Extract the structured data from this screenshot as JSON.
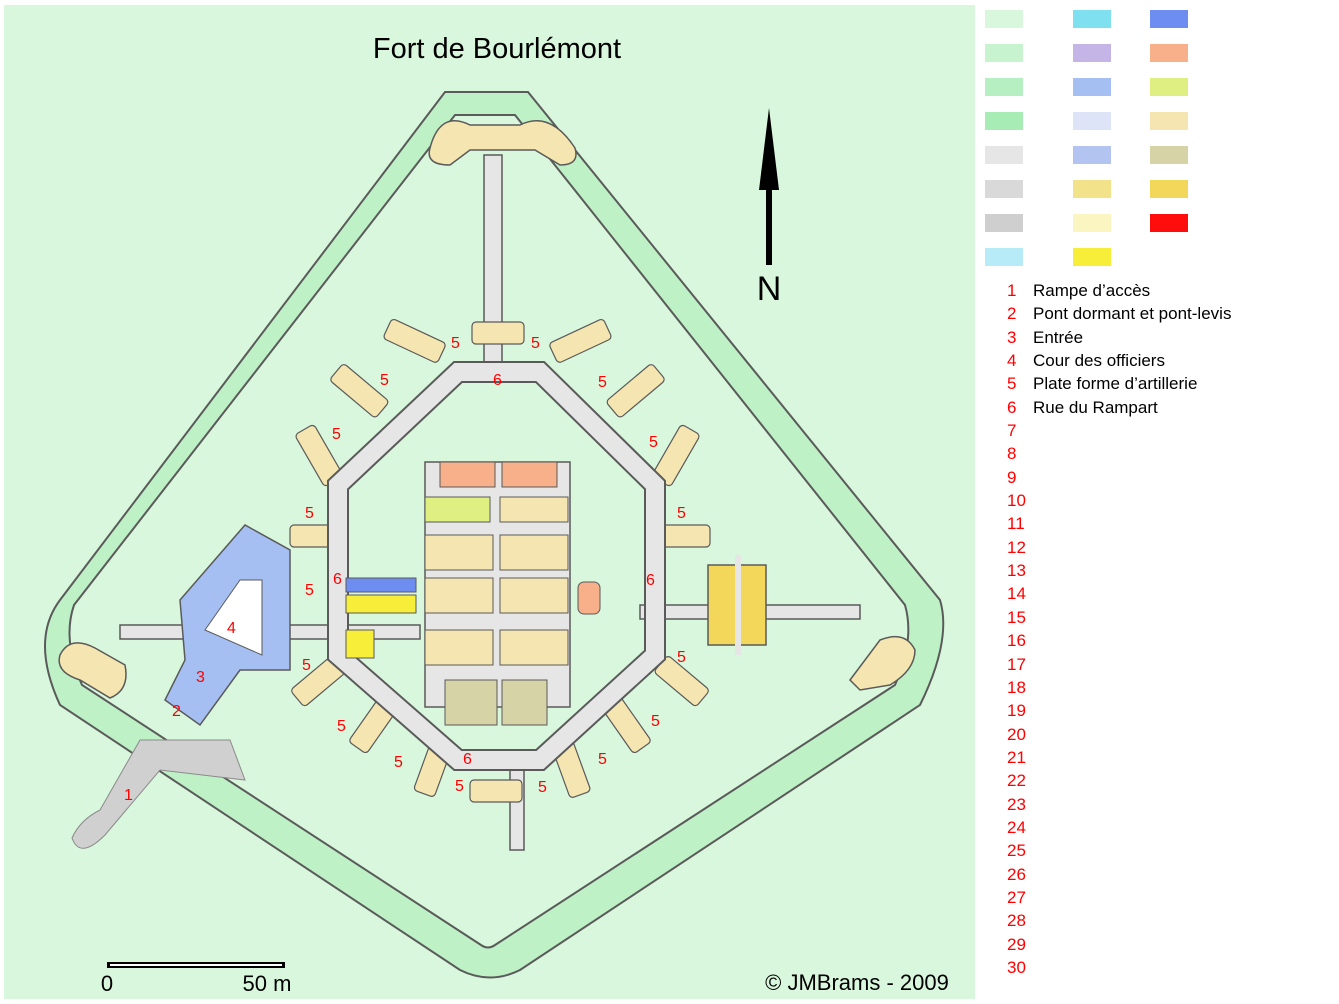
{
  "title": "Fort de Bourlémont",
  "north_label": "N",
  "scale": {
    "start": "0",
    "end": "50 m"
  },
  "copyright": "© JMBrams - 2009",
  "legend": {
    "swatch_colors": [
      "#d9f7dd",
      "#c8f3cf",
      "#b6efc2",
      "#a6ecb4",
      "#e6e6e6",
      "#d9d9d9",
      "#cfcfcf",
      "#b7ebf7",
      "#7fe0f0",
      "#c5b5e6",
      "#a6bff2",
      "#dde4f7",
      "#b3c4f0",
      "#f2e38a",
      "#fbf5c2",
      "#f7ee3a",
      "#6e8df0",
      "#f7b08a",
      "#dfef82",
      "#f5e5b0",
      "#d6d3a6",
      "#f2d75a",
      "#ff0d0d"
    ],
    "items": [
      {
        "num": "1",
        "label": "Rampe d’accès"
      },
      {
        "num": "2",
        "label": "Pont dormant et pont-levis"
      },
      {
        "num": "3",
        "label": "Entrée"
      },
      {
        "num": "4",
        "label": "Cour des officiers"
      },
      {
        "num": "5",
        "label": "Plate forme d’artillerie"
      },
      {
        "num": "6",
        "label": "Rue du Rampart"
      },
      {
        "num": "7",
        "label": ""
      },
      {
        "num": "8",
        "label": ""
      },
      {
        "num": "9",
        "label": ""
      },
      {
        "num": "10",
        "label": ""
      },
      {
        "num": "11",
        "label": ""
      },
      {
        "num": "12",
        "label": ""
      },
      {
        "num": "13",
        "label": ""
      },
      {
        "num": "14",
        "label": ""
      },
      {
        "num": "15",
        "label": ""
      },
      {
        "num": "16",
        "label": ""
      },
      {
        "num": "17",
        "label": ""
      },
      {
        "num": "18",
        "label": ""
      },
      {
        "num": "19",
        "label": ""
      },
      {
        "num": "20",
        "label": ""
      },
      {
        "num": "21",
        "label": ""
      },
      {
        "num": "22",
        "label": ""
      },
      {
        "num": "23",
        "label": ""
      },
      {
        "num": "24",
        "label": ""
      },
      {
        "num": "25",
        "label": ""
      },
      {
        "num": "26",
        "label": ""
      },
      {
        "num": "27",
        "label": ""
      },
      {
        "num": "28",
        "label": ""
      },
      {
        "num": "29",
        "label": ""
      },
      {
        "num": "30",
        "label": ""
      }
    ]
  },
  "map_labels": {
    "l1": "1",
    "l2": "2",
    "l3": "3",
    "l4": "4",
    "p5": "5",
    "r6": "6"
  }
}
